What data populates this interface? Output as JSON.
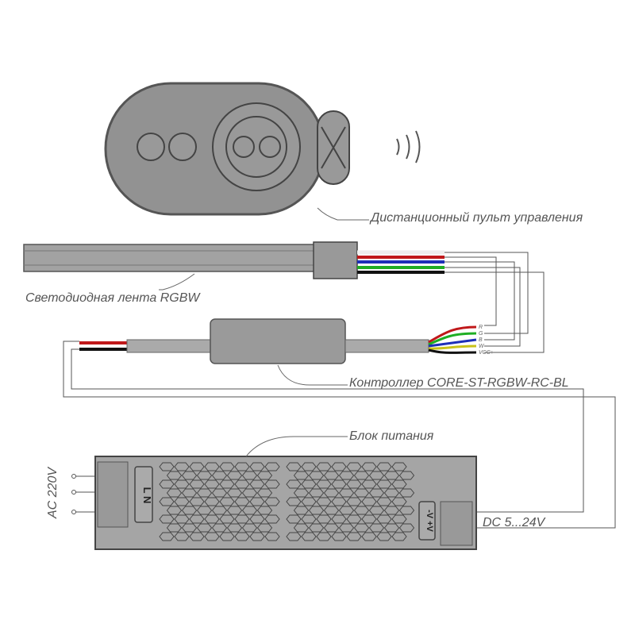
{
  "labels": {
    "remote": "Дистанционный пульт управления",
    "strip": "Светодиодная лента RGBW",
    "controller": "Контроллер  CORE-ST-RGBW-RC-BL",
    "psu": "Блок питания",
    "ac": "AC 220V",
    "dc": "DC 5...24V"
  },
  "controller_pins": [
    "R",
    "G",
    "B",
    "W",
    "VCC+"
  ],
  "psu_terminals": {
    "input": "L N",
    "output": "-V +V"
  },
  "colors": {
    "red": "#c0181a",
    "green": "#1fae24",
    "blue": "#1d2fb8",
    "yellow": "#c9c21a",
    "body": "#999999"
  }
}
